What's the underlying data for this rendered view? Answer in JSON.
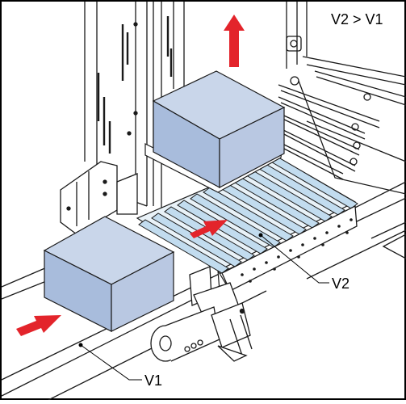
{
  "annotations": {
    "condition": "V2 > V1",
    "label_v1": "V1",
    "label_v2": "V2"
  },
  "colors": {
    "box_top": "#c9d6ea",
    "box_front": "#a8bcdc",
    "box_side": "#b9c8e2",
    "roller": "#c2dcef",
    "roller_dark": "#9cc0dc",
    "arrow": "#e3242b",
    "line": "#1a1a1a",
    "frame": "#000000"
  },
  "icons": {
    "up_arrow": "arrow-up-icon",
    "conveyor_arrow": "arrow-right-icon",
    "infeed_arrow": "arrow-right-icon"
  }
}
